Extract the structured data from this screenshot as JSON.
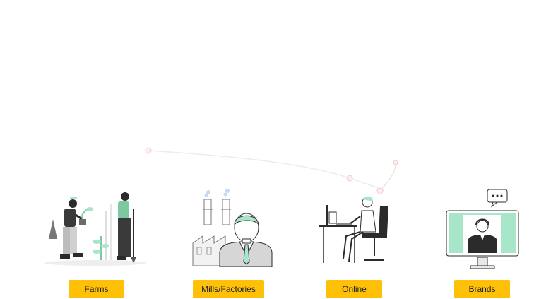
{
  "colors": {
    "button_bg": "#FFC107",
    "accent_green": "#A8E6C9",
    "ink": "#2b2b2b",
    "path_line": "#ececec",
    "path_dot": "#f6caca"
  },
  "stages": [
    {
      "id": "farms",
      "label": "Farms",
      "icon": "farmers-planting-icon"
    },
    {
      "id": "mills",
      "label": "Mills/Factories",
      "icon": "factory-worker-icon"
    },
    {
      "id": "online",
      "label": "Online",
      "icon": "desk-worker-icon"
    },
    {
      "id": "brands",
      "label": "Brands",
      "icon": "support-agent-monitor-icon"
    }
  ]
}
